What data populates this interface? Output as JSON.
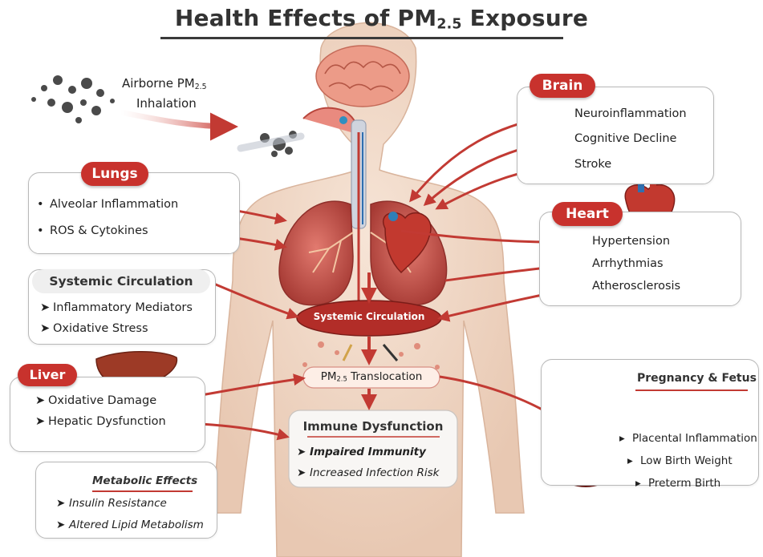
{
  "title_prefix": "Health Effects of PM",
  "title_sub": "2.5",
  "title_suffix": " Exposure",
  "airborne": {
    "line1_prefix": "Airborne PM",
    "line1_sub": "2.5",
    "line2": "Inhalation"
  },
  "lungs": {
    "label": "Lungs",
    "items": [
      "Alveolar Inflammation",
      "ROS & Cytokines"
    ]
  },
  "systemic_box": {
    "label": "Systemic Circulation",
    "items": [
      "Inflammatory Mediators",
      "Oxidative Stress"
    ]
  },
  "liver": {
    "label": "Liver",
    "items": [
      "Oxidative Damage",
      "Hepatic Dysfunction"
    ]
  },
  "metabolic": {
    "label": "Metabolic Effects",
    "items": [
      "Insulin Resistance",
      "Altered Lipid Metabolism"
    ]
  },
  "brain": {
    "label": "Brain",
    "items": [
      "Neuroinflammation",
      "Cognitive Decline",
      "Stroke"
    ]
  },
  "heart": {
    "label": "Heart",
    "items": [
      "Hypertension",
      "Arrhythmias",
      "Atherosclerosis"
    ]
  },
  "pregnancy": {
    "label": "Pregnancy & Fetus",
    "items": [
      "Placental Inflammation",
      "Low Birth Weight",
      "Preterm Birth"
    ]
  },
  "center": {
    "systemic": "Systemic Circulation",
    "translocation_prefix": "PM",
    "translocation_sub": "2.5",
    "translocation_suffix": " Translocation",
    "immune_label": "Immune Dysfunction",
    "immune_items": [
      "Impaired Immunity",
      "Increased Infection Risk"
    ]
  },
  "colors": {
    "accent_red": "#c8322d",
    "body_skin": "#f1d9c6",
    "lung": "#c9514a",
    "text": "#2a2a2a"
  }
}
